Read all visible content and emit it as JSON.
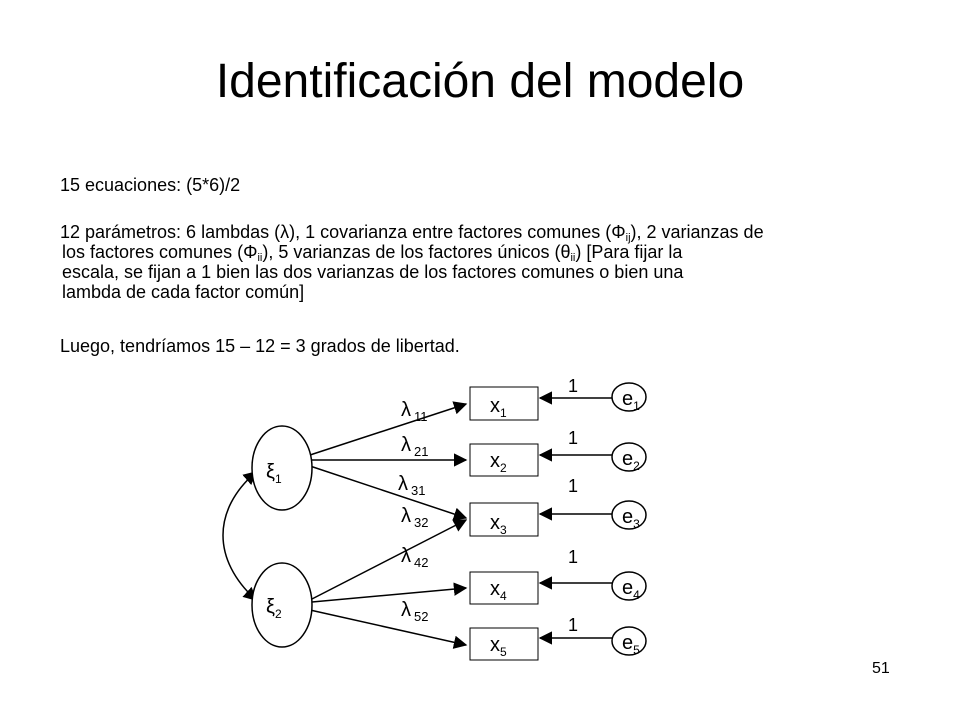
{
  "title": "Identificación del modelo",
  "line1": "15 ecuaciones: (5*6)/2",
  "para2": {
    "a": "12 parámetros: 6 lambdas (λ), 1 covarianza entre factores comunes (Φ",
    "a_sub": "ij",
    "b": "), 2 varianzas de",
    "c": "los factores comunes (Φ",
    "c_sub": "ii",
    "d": "), 5 varianzas de los factores únicos (θ",
    "d_sub": "ii",
    "e": ") [Para fijar la",
    "f": "escala, se fijan a 1 bien las dos varianzas de los factores comunes o bien una",
    "g": "lambda de cada factor común]"
  },
  "line3": "Luego, tendríamos 15 – 12 = 3 grados de libertad.",
  "page_number": "51",
  "diagram": {
    "factors": [
      {
        "symbol": "ξ",
        "sub": "1"
      },
      {
        "symbol": "ξ",
        "sub": "2"
      }
    ],
    "indicators": [
      {
        "symbol": "x",
        "sub": "1"
      },
      {
        "symbol": "x",
        "sub": "2"
      },
      {
        "symbol": "x",
        "sub": "3"
      },
      {
        "symbol": "x",
        "sub": "4"
      },
      {
        "symbol": "x",
        "sub": "5"
      }
    ],
    "errors": [
      {
        "symbol": "e",
        "sub": "1"
      },
      {
        "symbol": "e",
        "sub": "2"
      },
      {
        "symbol": "e",
        "sub": "3"
      },
      {
        "symbol": "e",
        "sub": "4"
      },
      {
        "symbol": "e",
        "sub": "5"
      }
    ],
    "loadings": [
      {
        "symbol": "λ",
        "sub": "11"
      },
      {
        "symbol": "λ",
        "sub": "21"
      },
      {
        "symbol": "λ",
        "sub": "31"
      },
      {
        "symbol": "λ",
        "sub": "32"
      },
      {
        "symbol": "λ",
        "sub": "42"
      },
      {
        "symbol": "λ",
        "sub": "52"
      }
    ],
    "error_weights": [
      "1",
      "1",
      "1",
      "1",
      "1"
    ]
  }
}
